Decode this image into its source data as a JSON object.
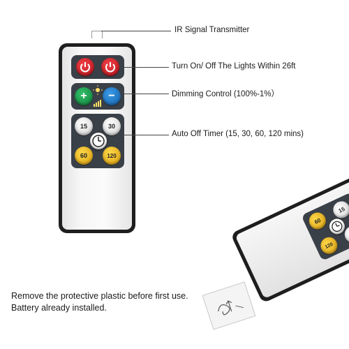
{
  "callouts": {
    "ir_signal": "IR Signal Transmitter",
    "on_off": "Turn On/ Off The Lights Within 26ft",
    "dimming": "Dimming Control (100%-1%）",
    "timer": "Auto Off Timer (15, 30, 60, 120 mins)"
  },
  "footnote": {
    "line1": "Remove the protective plastic before first use.",
    "line2": "Battery already installed."
  },
  "remote": {
    "timer_buttons": [
      "15",
      "30",
      "60",
      "120"
    ],
    "dim_up_symbol": "+",
    "dim_down_symbol": "−"
  },
  "colors": {
    "power_button": "#d4141c",
    "dim_up": "#1aa04f",
    "dim_down": "#1f7dd0",
    "timer_yellow": "#f2bb1a",
    "panel": "#3a4048",
    "body": "#1e1e1e"
  },
  "icons": {
    "power": "power-icon",
    "brightness": "sun-icon",
    "clock": "clock-icon"
  }
}
